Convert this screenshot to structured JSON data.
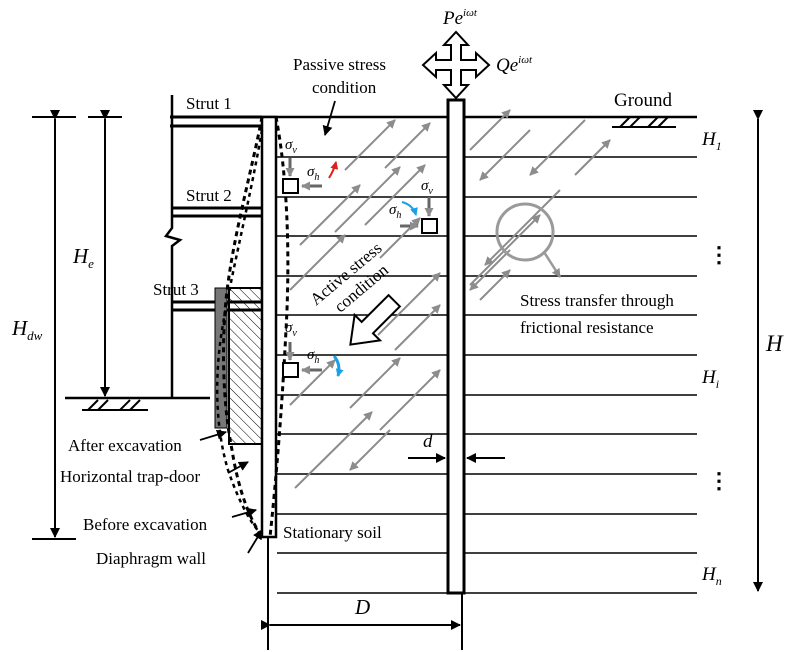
{
  "labels": {
    "pe_main": "Pe",
    "pe_exp": "iωt",
    "qe_main": "Qe",
    "qe_exp": "iωt",
    "ground": "Ground",
    "passive_1": "Passive stress",
    "passive_2": "condition",
    "strut1": "Strut 1",
    "strut2": "Strut 2",
    "strut3": "Strut 3",
    "he_main": "H",
    "he_sub": "e",
    "hdw_main": "H",
    "hdw_sub": "dw",
    "active_1": "Active stress",
    "active_2": "condition",
    "stress_transfer_1": "Stress transfer through",
    "stress_transfer_2": "frictional resistance",
    "after_excavation": "After excavation",
    "horizontal_trapdoor": "Horizontal trap-door",
    "before_excavation": "Before excavation",
    "diaphragm_wall": "Diaphragm wall",
    "stationary_soil": "Stationary soil",
    "d_small": "d",
    "d_big": "D",
    "h_total": "H",
    "h1_main": "H",
    "h1_sub": "1",
    "hi_main": "H",
    "hi_sub": "i",
    "hn_main": "H",
    "hn_sub": "n",
    "sigma": "σ",
    "sub_v": "v",
    "sub_h": "h",
    "ellipsis": "⋮"
  },
  "colors": {
    "line": "#000000",
    "arrow_gray": "#8c8c8c",
    "red_arrow": "#e0201b",
    "blue_arrow": "#1aa0e8"
  }
}
